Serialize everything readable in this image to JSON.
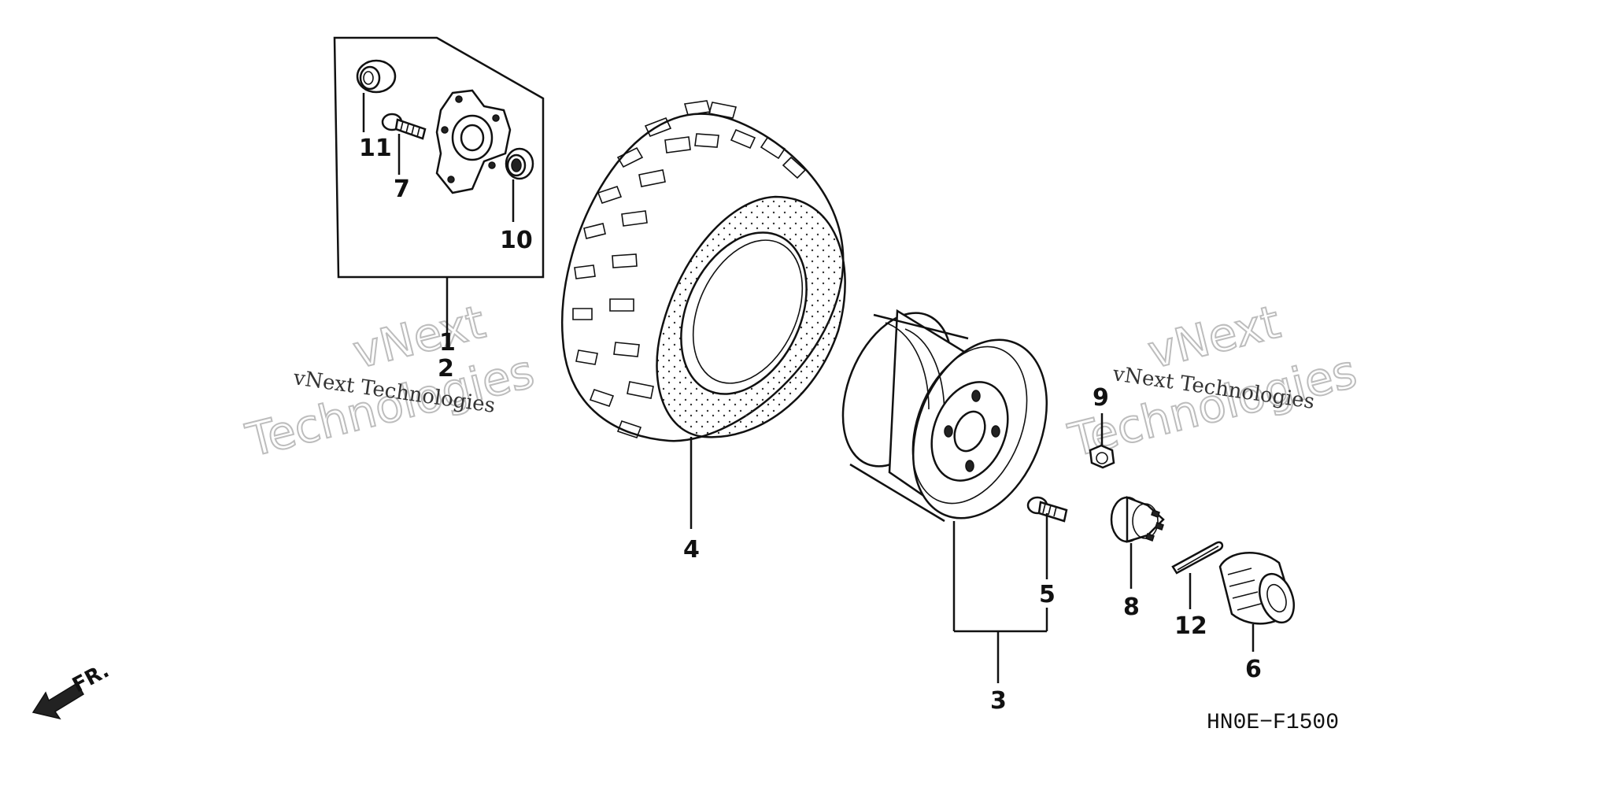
{
  "diagram": {
    "code": "HN0E−F1500",
    "direction_label": "FR.",
    "callouts": [
      {
        "id": "c1",
        "label": "1"
      },
      {
        "id": "c2",
        "label": "2"
      },
      {
        "id": "c3",
        "label": "3"
      },
      {
        "id": "c4",
        "label": "4"
      },
      {
        "id": "c5",
        "label": "5"
      },
      {
        "id": "c6",
        "label": "6"
      },
      {
        "id": "c7",
        "label": "7"
      },
      {
        "id": "c8",
        "label": "8"
      },
      {
        "id": "c9",
        "label": "9"
      },
      {
        "id": "c10",
        "label": "10"
      },
      {
        "id": "c11",
        "label": "11"
      },
      {
        "id": "c12",
        "label": "12"
      }
    ]
  },
  "watermarks": [
    {
      "small": "vNext Technologies",
      "big_top": "vNext",
      "big_bottom": "Technologies"
    },
    {
      "small": "vNext Technologies",
      "big_top": "vNext",
      "big_bottom": "Technologies"
    }
  ]
}
